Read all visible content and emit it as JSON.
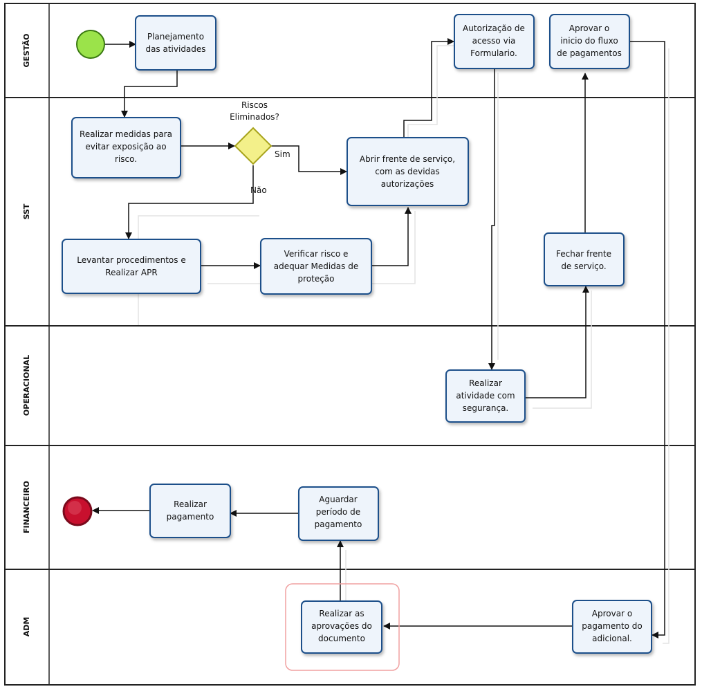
{
  "lanes": [
    {
      "id": "gestao",
      "label": "GESTÃO"
    },
    {
      "id": "sst",
      "label": "SST"
    },
    {
      "id": "operacional",
      "label": "OPERACIONAL"
    },
    {
      "id": "financeiro",
      "label": "FINANCEIRO"
    },
    {
      "id": "adm",
      "label": "ADM"
    }
  ],
  "tasks": {
    "planejamento": [
      "Planejamento",
      "das atividades"
    ],
    "realizar_medidas": [
      "Realizar medidas para",
      "evitar exposição ao",
      "risco."
    ],
    "abrir_frente": [
      "Abrir frente de serviço,",
      "com as devidas",
      "autorizações"
    ],
    "autorizacao": [
      "Autorização de",
      "acesso via",
      "Formulario."
    ],
    "aprovar_inicio": [
      "Aprovar o",
      "inicio do fluxo",
      "de pagamentos"
    ],
    "levantar": [
      "Levantar procedimentos e",
      "Realizar APR"
    ],
    "verificar": [
      "Verificar risco e",
      "adequar Medidas de",
      "proteção"
    ],
    "fechar": [
      "Fechar frente",
      "de serviço."
    ],
    "realizar_atividade": [
      "Realizar",
      "atividade com",
      "segurança."
    ],
    "realizar_pagamento": [
      "Realizar",
      "pagamento"
    ],
    "aguardar": [
      "Aguardar",
      "período de",
      "pagamento"
    ],
    "realizar_aprovacoes": [
      "Realizar as",
      "aprovações do",
      "documento"
    ],
    "aprovar_pagamento": [
      "Aprovar o",
      "pagamento do",
      "adicional."
    ]
  },
  "gateway": {
    "label": [
      "Riscos",
      "Eliminados?"
    ],
    "yes": "Sim",
    "no": "Não"
  },
  "colors": {
    "task_border": "#1b4f8a",
    "task_fill": "#eef4fb",
    "start": "#9be34a",
    "end": "#c8102e",
    "gateway": "#f3f08a"
  }
}
